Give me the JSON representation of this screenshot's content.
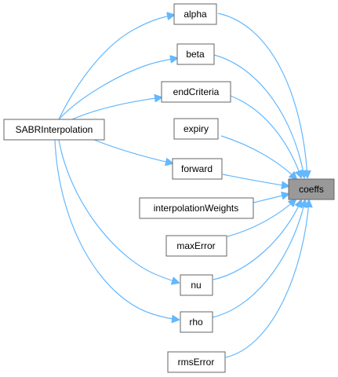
{
  "graph": {
    "colors": {
      "edge": "#63b8ff",
      "node_fill": "#ffffff",
      "node_border": "#666666",
      "highlight_fill": "#999999"
    },
    "nodes": {
      "sabr": "SABRInterpolation",
      "alpha": "alpha",
      "beta": "beta",
      "endCriteria": "endCriteria",
      "expiry": "expiry",
      "forward": "forward",
      "interpolationWeights": "interpolationWeights",
      "maxError": "maxError",
      "nu": "nu",
      "rho": "rho",
      "rmsError": "rmsError",
      "coeffs": "coeffs"
    }
  }
}
